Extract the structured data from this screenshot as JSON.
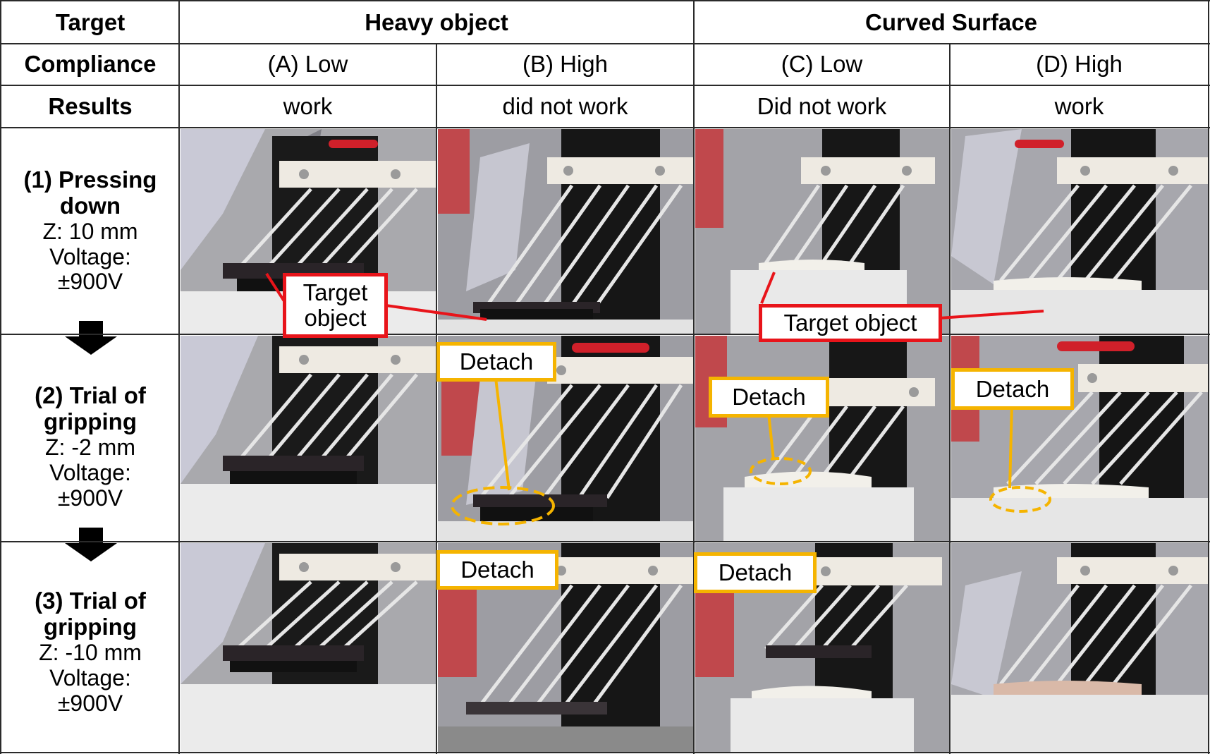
{
  "header": {
    "target_label": "Target",
    "compliance_label": "Compliance",
    "results_label": "Results",
    "groups": [
      {
        "label": "Heavy object"
      },
      {
        "label": "Curved Surface"
      }
    ],
    "columns": [
      {
        "compliance": "(A) Low",
        "result": "work"
      },
      {
        "compliance": "(B) High",
        "result": "did not work"
      },
      {
        "compliance": "(C) Low",
        "result": "Did not work"
      },
      {
        "compliance": "(D) High",
        "result": "work"
      }
    ]
  },
  "rows": [
    {
      "title_line1": "(1) Pressing",
      "title_line2": "down",
      "z": "Z: 10 mm",
      "voltage_label": "Voltage:",
      "voltage": "±900V"
    },
    {
      "title_line1": "(2) Trial of",
      "title_line2": "gripping",
      "z": "Z: -2 mm",
      "voltage_label": "Voltage:",
      "voltage": "±900V"
    },
    {
      "title_line1": "(3) Trial of",
      "title_line2": "gripping",
      "z": "Z: -10 mm",
      "voltage_label": "Voltage:",
      "voltage": "±900V"
    }
  ],
  "annotations": {
    "target_object_heavy_line1": "Target",
    "target_object_heavy_line2": "object",
    "target_object_curved": "Target object",
    "detach": "Detach"
  },
  "colors": {
    "target_annotation": "#e8141a",
    "detach_annotation": "#f5b400",
    "grid": "#2a2a2a"
  }
}
